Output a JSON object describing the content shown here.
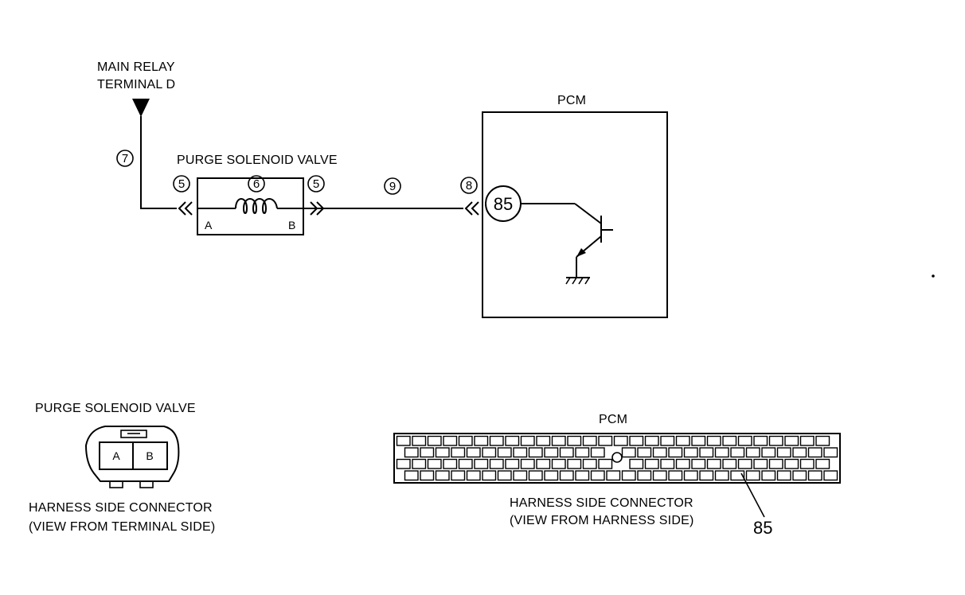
{
  "schematic": {
    "source_label_line1": "MAIN RELAY",
    "source_label_line2": "TERMINAL D",
    "valve_title": "PURGE SOLENOID VALVE",
    "valve_pin_a": "A",
    "valve_pin_b": "B",
    "pcm_title": "PCM",
    "pcm_terminal": "85",
    "callouts": {
      "wire_source": "7",
      "valve_connector_left": "5",
      "valve_coil": "6",
      "valve_connector_right": "5",
      "wire_signal": "9",
      "pcm_connector": "8"
    }
  },
  "valve_connector": {
    "title": "PURGE SOLENOID VALVE",
    "pin_a": "A",
    "pin_b": "B",
    "caption_line1": "HARNESS SIDE CONNECTOR",
    "caption_line2": "(VIEW FROM TERMINAL SIDE)"
  },
  "pcm_connector": {
    "title": "PCM",
    "caption_line1": "HARNESS SIDE CONNECTOR",
    "caption_line2": "(VIEW FROM HARNESS SIDE)",
    "pointer_label": "85"
  }
}
